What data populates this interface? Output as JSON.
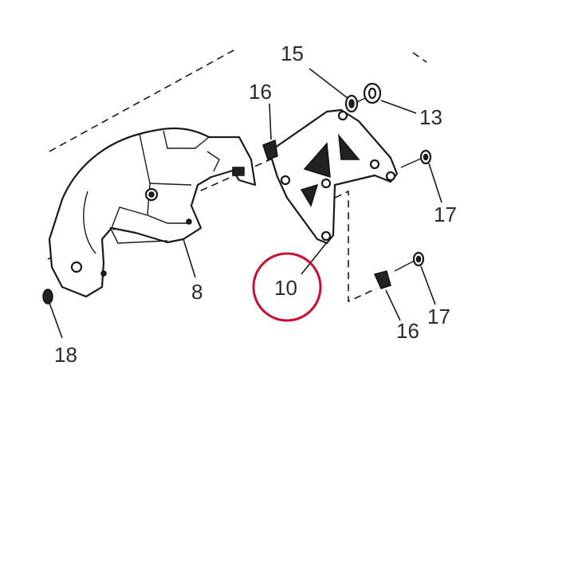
{
  "diagram": {
    "callouts": [
      {
        "id": "c15",
        "text": "15"
      },
      {
        "id": "c16a",
        "text": "16"
      },
      {
        "id": "c13",
        "text": "13"
      },
      {
        "id": "c17a",
        "text": "17"
      },
      {
        "id": "c8",
        "text": "8"
      },
      {
        "id": "c10",
        "text": "10"
      },
      {
        "id": "c17b",
        "text": "17"
      },
      {
        "id": "c16b",
        "text": "16"
      },
      {
        "id": "c18",
        "text": "18"
      }
    ],
    "highlight_color": "#c8102e",
    "highlighted_part": "10"
  }
}
